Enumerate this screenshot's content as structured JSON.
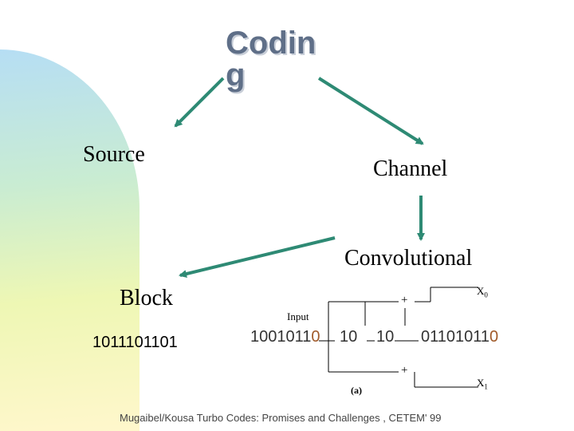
{
  "title": "Codin g",
  "title_line1": "Codin",
  "title_line2": "g",
  "labels": {
    "source": "Source",
    "channel": "Channel",
    "convolutional": "Convolutional",
    "block": "Block"
  },
  "block_bits": "1011101101",
  "encoder": {
    "input_label": "Input",
    "input_bits": "1001011",
    "input_bits_end": "0",
    "reg1": "10",
    "reg2": "10",
    "output_bits": "01101011",
    "output_bits_end": "0",
    "adder_top": "+",
    "adder_bottom": "+",
    "x0": "X",
    "x0_sub": "0",
    "x1": "X",
    "x1_sub": "1",
    "caption": "(a)"
  },
  "footer": "Mugaibel/Kousa Turbo Codes: Promises and Challenges , CETEM' 99",
  "colors": {
    "arrow": "#2e8a74",
    "title": "#5f6f88"
  }
}
